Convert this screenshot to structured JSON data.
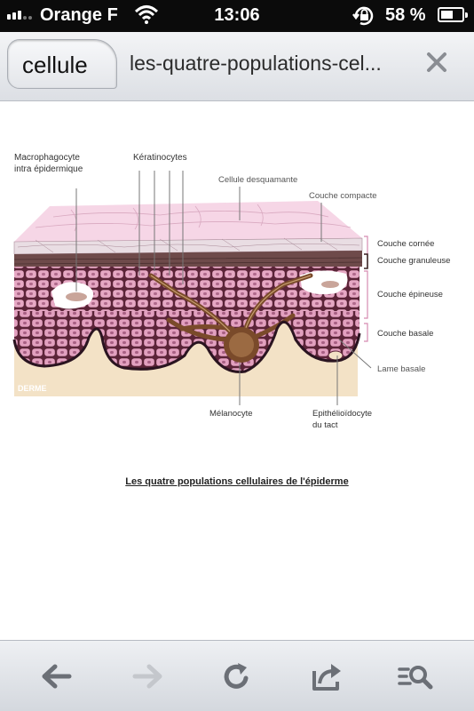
{
  "status": {
    "carrier": "Orange F",
    "time": "13:06",
    "battery_pct": "58 %",
    "battery_level": 0.58
  },
  "header": {
    "active_tab": "cellule",
    "page_title": "les-quatre-populations-cel..."
  },
  "figure": {
    "labels": {
      "macrophage": [
        "Macrophagocyte",
        "intra épidermique"
      ],
      "keratinocytes": "Kératinocytes",
      "desquamante": "Cellule desquamante",
      "compacte": "Couche compacte",
      "cornee": "Couche cornée",
      "granuleuse": "Couche granuleuse",
      "epineuse": "Couche épineuse",
      "basale": "Couche basale",
      "lame": "Lame basale",
      "derme": "DERME",
      "melanocyte": "Mélanocyte",
      "tact": [
        "Epithélioïdocyte",
        "du tact"
      ]
    },
    "caption": "Les quatre populations cellulaires de l'épiderme"
  },
  "colors": {
    "skin_pink": "#e6a8c4",
    "cell_border": "#5b2438",
    "derme": "#f3e2c6",
    "corne_pink": "#f6d6e6",
    "granuleuse": "#6e4a4a"
  },
  "toolbar": {
    "icons": [
      "back-arrow-icon",
      "forward-arrow-icon",
      "reload-icon",
      "share-icon",
      "reader-search-icon"
    ]
  }
}
